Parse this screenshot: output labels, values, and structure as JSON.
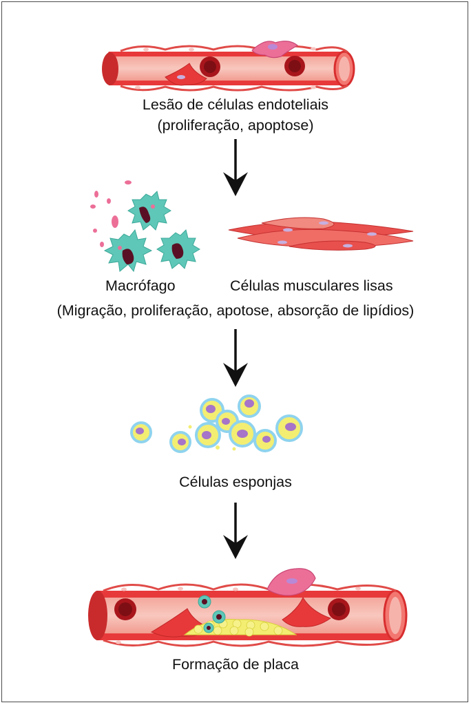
{
  "stages": {
    "injury": {
      "line1": "Lesão de células endoteliais",
      "line2": "(proliferação, apoptose)"
    },
    "cells": {
      "macrophage": "Macrófago",
      "smooth_muscle": "Células musculares lisas",
      "processes": "(Migração, proliferação, apotose, absorção de lipídios)"
    },
    "foam": {
      "label": "Células esponjas"
    },
    "plaque": {
      "label": "Formação de placa"
    }
  },
  "colors": {
    "vessel_red": "#e8393a",
    "vessel_light": "#f7b2a8",
    "endothelial_pink": "#f08a86",
    "macrophage_teal": "#5fc7b8",
    "nucleus_dark": "#5a1024",
    "foam_yellow": "#f3ee72",
    "foam_blue": "#8fd3ee",
    "pink_cell": "#ec6f98",
    "arrow": "#111111"
  }
}
